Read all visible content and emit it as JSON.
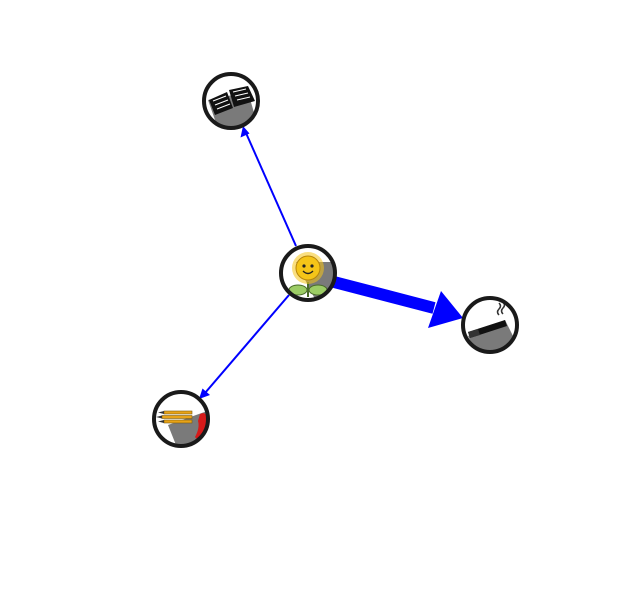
{
  "diagram": {
    "type": "network-graph",
    "edge_color": "#0000ff",
    "node_border_color": "#1a1a1a",
    "node_fill_color": "#ffffff",
    "shadow_color": "#7a7a7a",
    "nodes": [
      {
        "id": "center",
        "icon": "smiling-sun-flower-icon"
      },
      {
        "id": "book",
        "icon": "open-book-icon"
      },
      {
        "id": "cigarette",
        "icon": "cigarette-icon"
      },
      {
        "id": "pencils",
        "icon": "pencils-icon"
      }
    ],
    "edges": [
      {
        "from": "center",
        "to": "book",
        "weight": "thin"
      },
      {
        "from": "center",
        "to": "cigarette",
        "weight": "thick"
      },
      {
        "from": "center",
        "to": "pencils",
        "weight": "thin"
      }
    ]
  }
}
